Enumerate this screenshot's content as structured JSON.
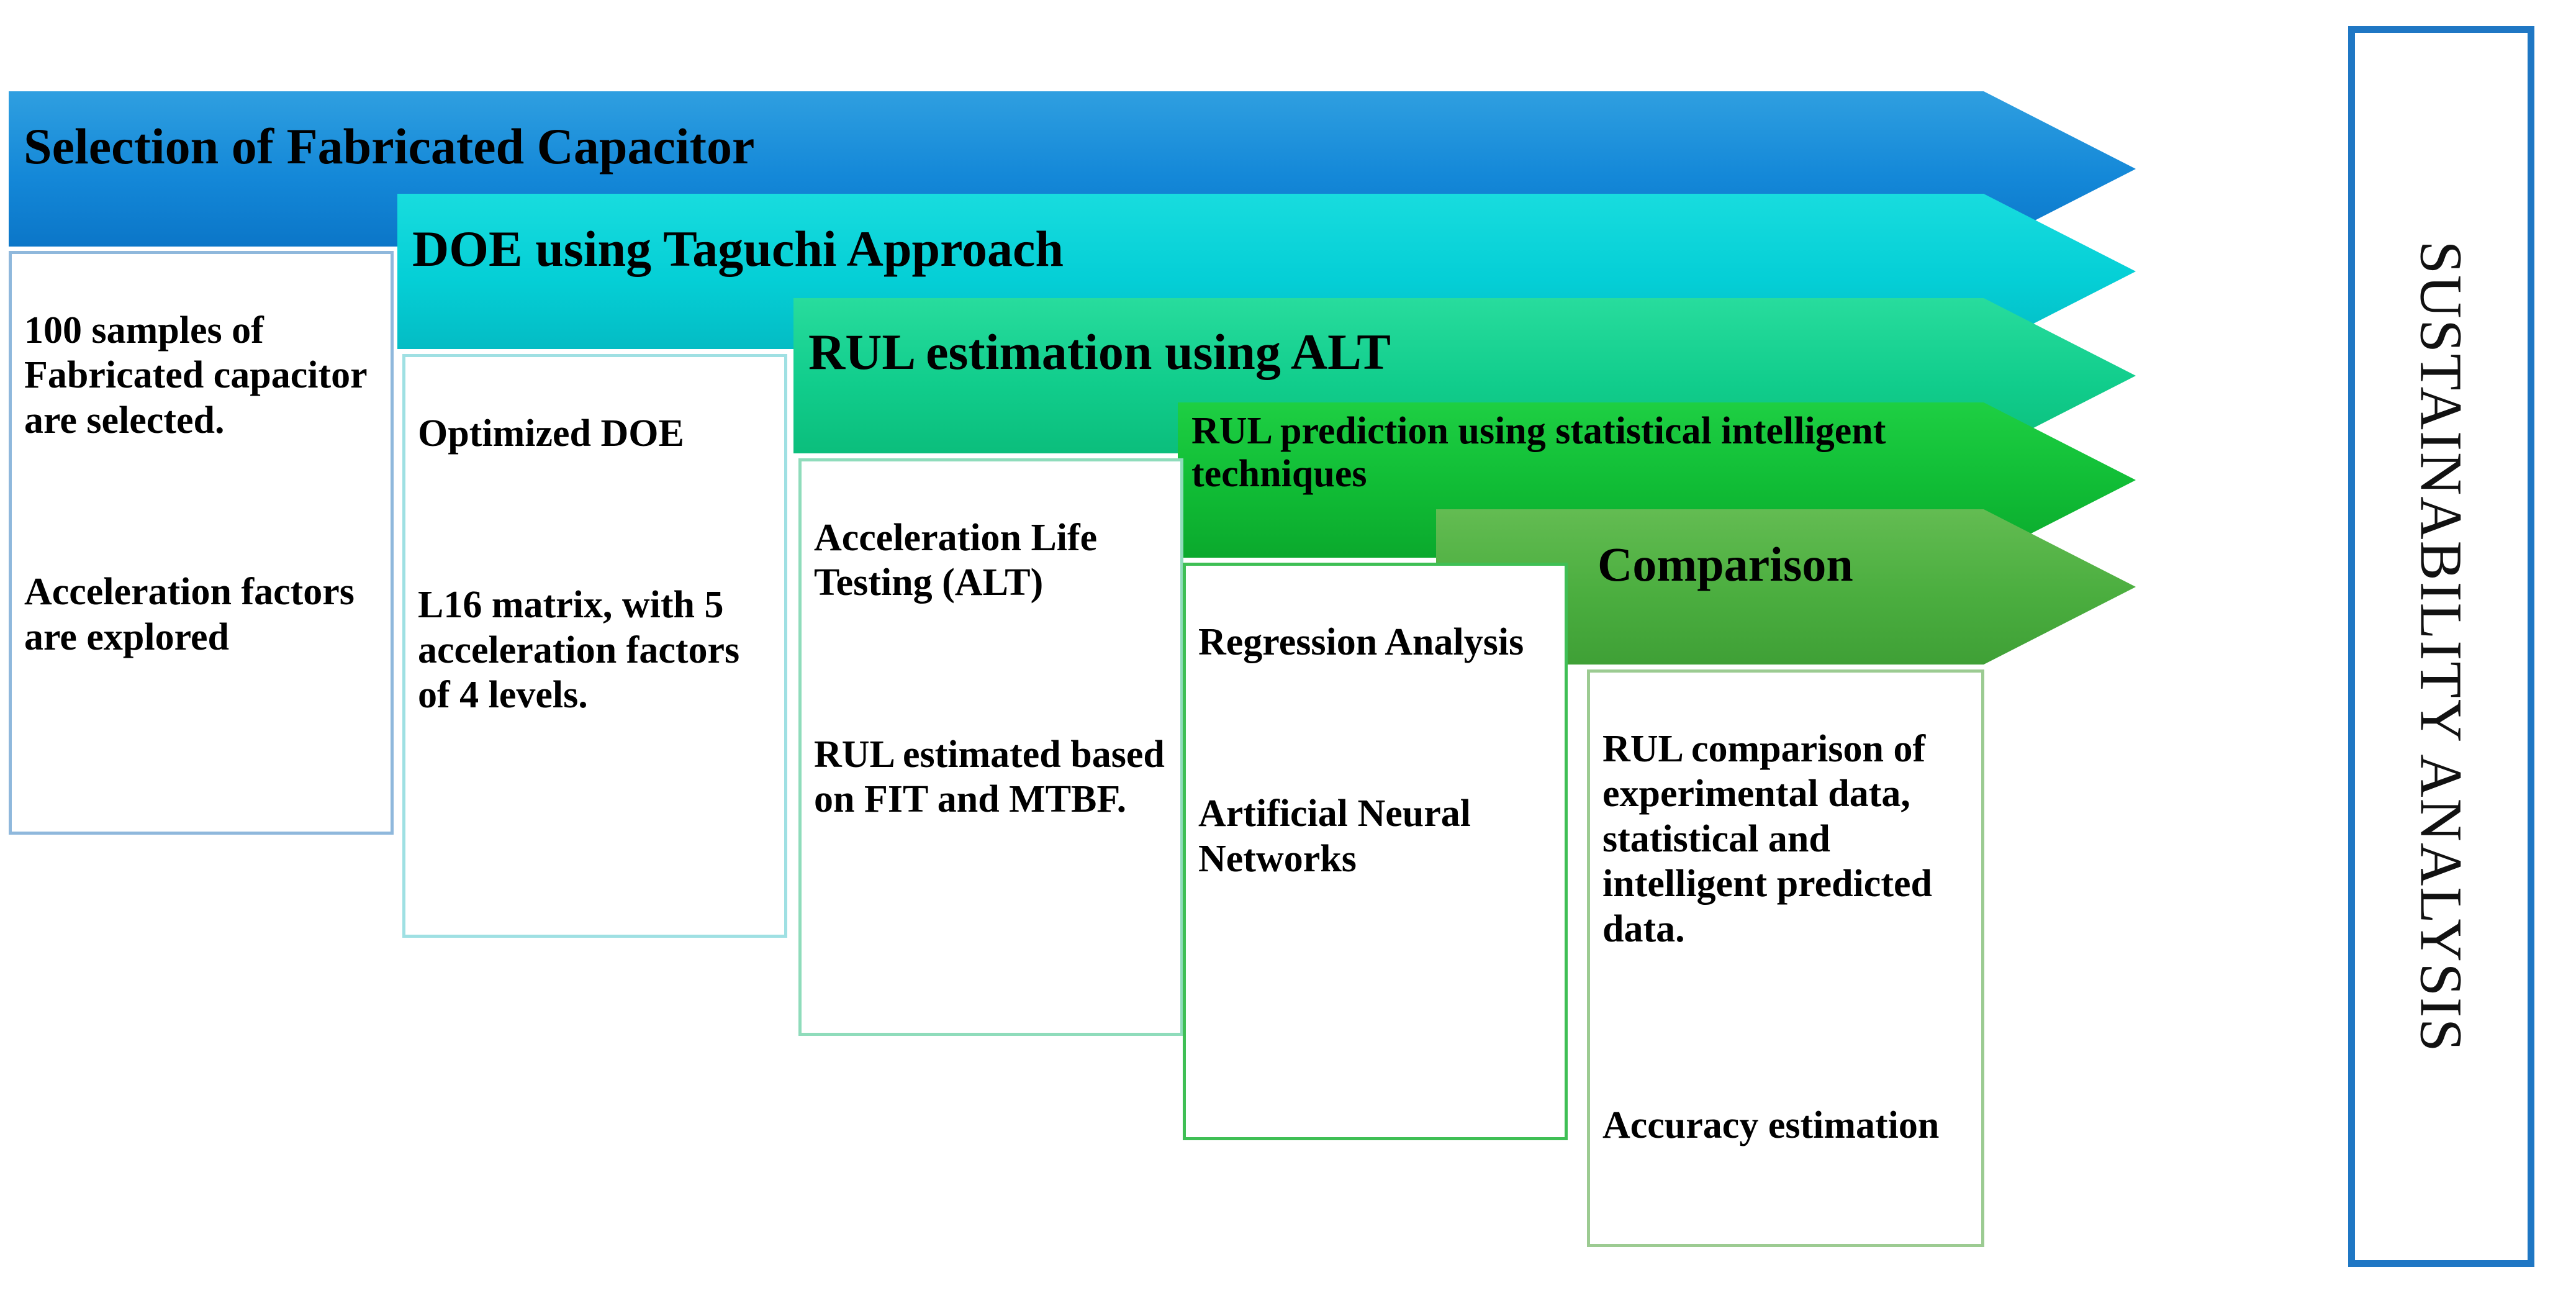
{
  "diagram": {
    "title_alt": "Research methodology flow for capacitor RUL estimation",
    "colors": {
      "band1": "#1488D8",
      "band1_dark": "#0D72C4",
      "band2": "#07CFD4",
      "band2_dark": "#05C2C8",
      "band3": "#13CF8E",
      "band3_dark": "#0FC581",
      "band4": "#12BB36",
      "band4_dark": "#0FB032",
      "band5": "#4FAF42",
      "band5_dark": "#49A63D",
      "box1_border": "#8FB8DC",
      "box2_border": "#9FE0E3",
      "box3_border": "#8FDCBB",
      "box4_border": "#7FD69A",
      "box5_border": "#9CCB92",
      "sustain_border": "#1F77C4",
      "text": "#000000"
    }
  },
  "stages": [
    {
      "id": "stage-1",
      "band_label": "Selection of Fabricated Capacitor",
      "box_paragraphs": [
        "100 samples of Fabricated capacitor are selected.",
        "Acceleration factors are explored"
      ]
    },
    {
      "id": "stage-2",
      "band_label": "DOE using Taguchi Approach",
      "box_paragraphs": [
        "Optimized DOE",
        "L16 matrix, with 5 acceleration factors of 4 levels."
      ]
    },
    {
      "id": "stage-3",
      "band_label": "RUL estimation using ALT",
      "box_paragraphs": [
        "Acceleration Life Testing (ALT)",
        "RUL estimated based on FIT and MTBF."
      ]
    },
    {
      "id": "stage-4",
      "band_label": "RUL prediction using statistical intelligent techniques",
      "box_paragraphs": [
        "Regression Analysis",
        "Artificial Neural Networks"
      ]
    },
    {
      "id": "stage-5",
      "band_label": "Comparison",
      "box_paragraphs": [
        "RUL comparison of experimental data, statistical and intelligent predicted data.",
        "Accuracy estimation"
      ]
    }
  ],
  "sidepanel": {
    "label": "SUSTAINABILITY ANALYSIS"
  }
}
